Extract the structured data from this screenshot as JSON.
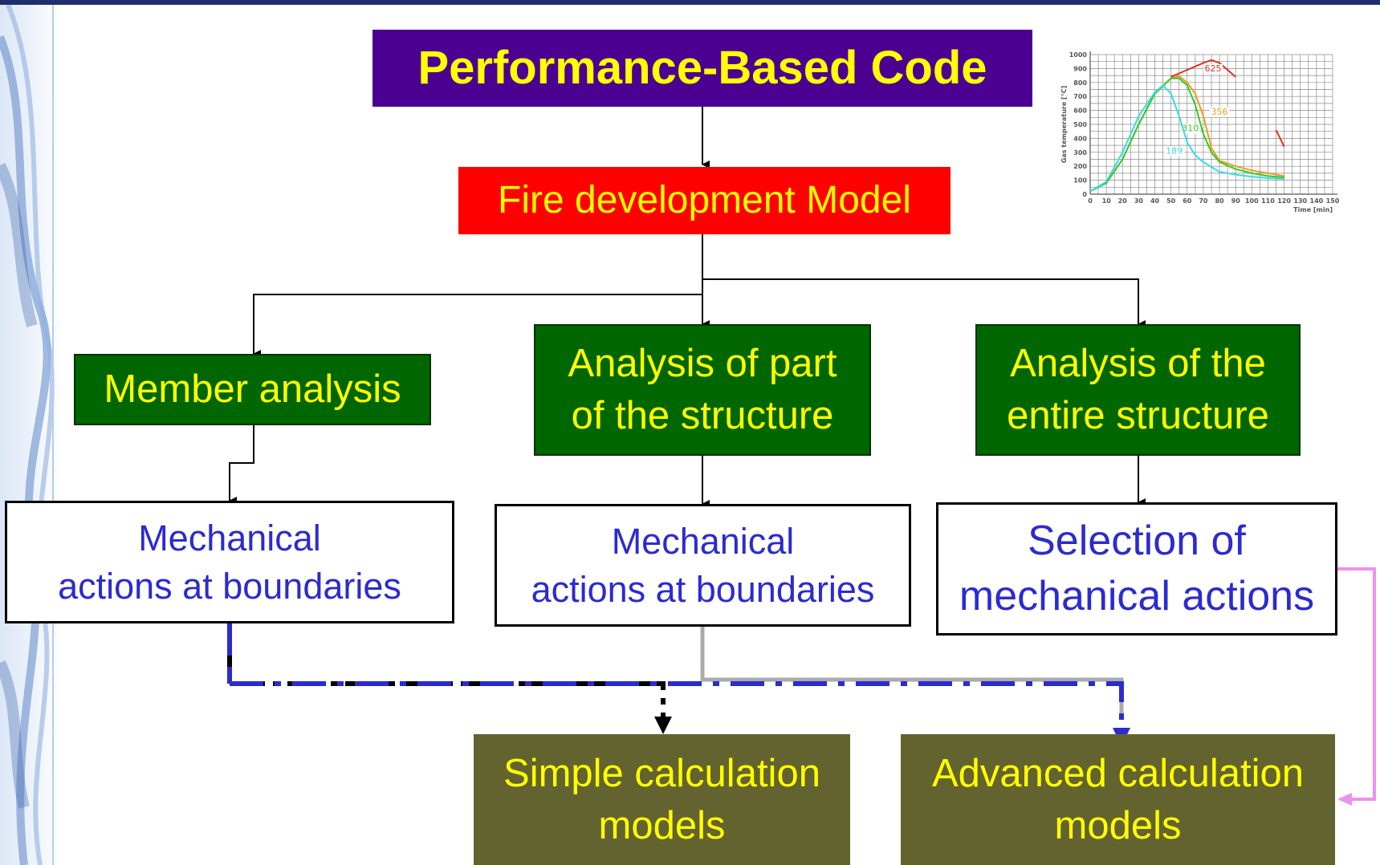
{
  "diagram": {
    "title": "Performance-Based Code",
    "fire_model": "Fire development Model",
    "analysis": {
      "member": [
        "Member analysis"
      ],
      "part": [
        "Analysis of part",
        "of the structure"
      ],
      "entire": [
        "Analysis of the",
        "entire structure"
      ]
    },
    "actions": {
      "member": [
        "Mechanical",
        "actions at boundaries"
      ],
      "part": [
        "Mechanical",
        "actions at boundaries"
      ],
      "entire": [
        "Selection of",
        "mechanical actions"
      ]
    },
    "models": {
      "simple": [
        "Simple calculation",
        "models"
      ],
      "advanced": [
        "Advanced calculation",
        "models"
      ]
    }
  },
  "colors": {
    "title_bg": "#4c0092",
    "fire_bg": "#ff0000",
    "analysis_bg": "#006600",
    "model_bg": "#636330",
    "box_text_yellow": "#ffff00",
    "action_text_blue": "#2b2bcf",
    "dash_blue": "#2b2bcf",
    "link_gray": "#aaaaaa",
    "link_pink": "#f08ff0"
  },
  "chart_data": {
    "type": "line",
    "xlabel": "Time [min]",
    "ylabel": "Gas temperature [°C]",
    "xlim": [
      0,
      150
    ],
    "ylim": [
      0,
      1000
    ],
    "x_ticks": [
      "0",
      "10",
      "20",
      "30",
      "40",
      "50",
      "60",
      "70",
      "80",
      "90",
      "100",
      "110",
      "120",
      "130",
      "140",
      "150"
    ],
    "y_ticks": [
      "0",
      "100",
      "200",
      "300",
      "400",
      "500",
      "600",
      "700",
      "800",
      "900",
      "1000"
    ],
    "grid": true,
    "series": [
      {
        "name": "625",
        "color": "#e03020",
        "x": [
          50,
          60,
          70,
          75,
          80,
          90
        ],
        "y": [
          840,
          890,
          940,
          960,
          940,
          840
        ]
      },
      {
        "name": "356",
        "color": "#f39a1c",
        "x": [
          0,
          10,
          20,
          30,
          40,
          50,
          55,
          60,
          65,
          70,
          75,
          80,
          90,
          100,
          110,
          120
        ],
        "y": [
          20,
          80,
          250,
          500,
          720,
          830,
          845,
          800,
          720,
          560,
          330,
          240,
          200,
          170,
          150,
          130
        ]
      },
      {
        "name": "310",
        "color": "#2ecc2e",
        "x": [
          0,
          10,
          20,
          30,
          40,
          50,
          55,
          60,
          65,
          70,
          75,
          80,
          90,
          100,
          110,
          120
        ],
        "y": [
          20,
          80,
          250,
          500,
          720,
          830,
          830,
          780,
          640,
          430,
          300,
          230,
          180,
          150,
          130,
          120
        ]
      },
      {
        "name": "189",
        "color": "#3ad9e6",
        "x": [
          0,
          10,
          20,
          30,
          40,
          45,
          50,
          55,
          60,
          65,
          70,
          80,
          90,
          100,
          110,
          120
        ],
        "y": [
          20,
          90,
          300,
          560,
          730,
          780,
          720,
          560,
          370,
          280,
          230,
          160,
          140,
          125,
          115,
          110
        ]
      },
      {
        "name": "",
        "color": "#e03020",
        "x": [
          115,
          120
        ],
        "y": [
          460,
          340
        ]
      }
    ],
    "annotations": [
      "625",
      "356",
      "310",
      "189"
    ]
  }
}
